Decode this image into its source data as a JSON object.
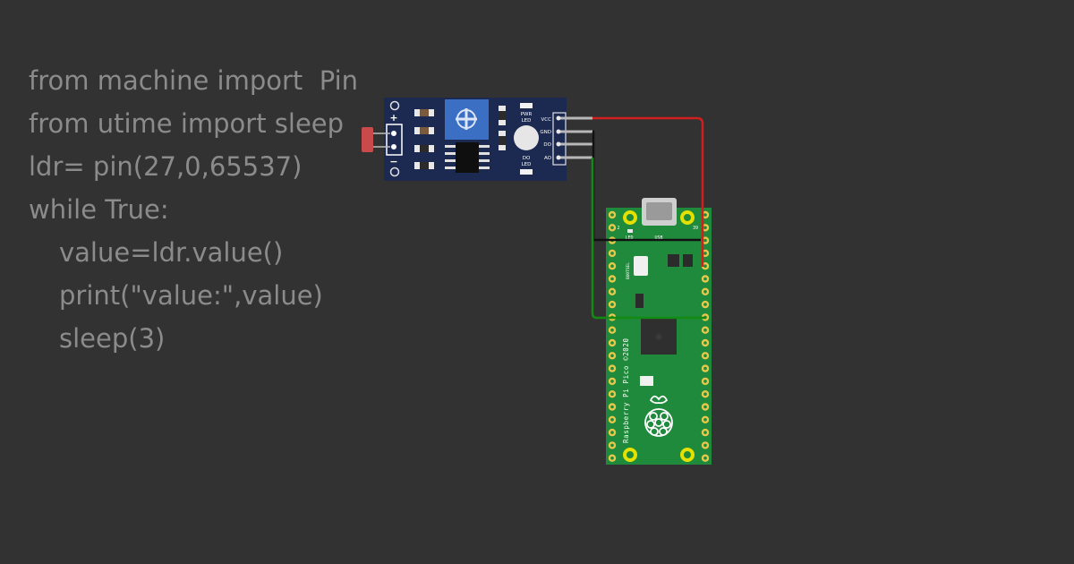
{
  "code": {
    "lines": [
      {
        "text": "from machine import  Pin",
        "indent": false
      },
      {
        "text": "from utime import sleep",
        "indent": false
      },
      {
        "text": "ldr= pin(27,0,65537)",
        "indent": false
      },
      {
        "text": "while True:",
        "indent": false
      },
      {
        "text": "value=ldr.value()",
        "indent": true
      },
      {
        "text": "print(\"value:\",value)",
        "indent": true
      },
      {
        "text": "sleep(3)",
        "indent": true
      }
    ]
  },
  "sensor_module": {
    "plus_label": "+",
    "minus_label": "−",
    "pwr_led_label_1": "PWR",
    "pwr_led_label_2": "LED",
    "do_led_label_1": "DO",
    "do_led_label_2": "LED",
    "pins": [
      "VCC",
      "GND",
      "DO",
      "AO"
    ]
  },
  "pico": {
    "usb_label": "USB",
    "led_label": "LED",
    "pin_left_label": "2",
    "pin_right_label": "39",
    "bootsel_label": "BOOTSEL",
    "board_text": "Raspberry Pi Pico ©2020"
  },
  "colors": {
    "background": "#323232",
    "code_text": "#8b8b8b",
    "sensor_board": "#1c2a52",
    "pico_board": "#1f8a3b",
    "wire_vcc": "#d11f1f",
    "wire_gnd": "#111111",
    "wire_ao": "#138a13"
  }
}
